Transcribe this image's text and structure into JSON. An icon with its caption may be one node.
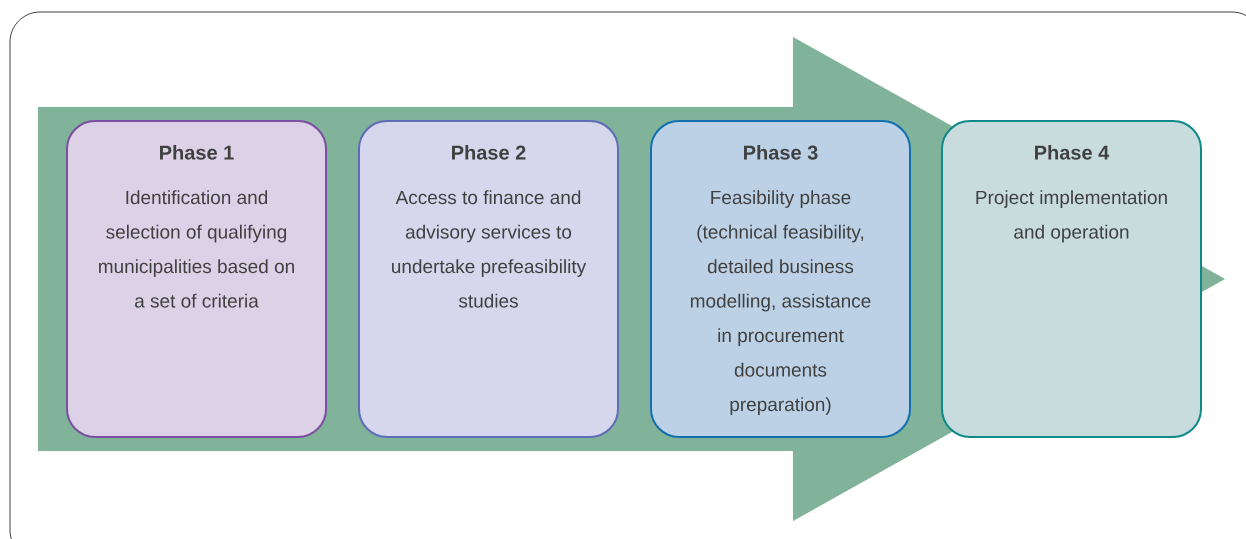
{
  "diagram": {
    "nodes": [
      {
        "text": [
          "Phase 1",
          "Identification and selection of qualifying municipalities based on a set of criteria"
        ]
      },
      {
        "text": [
          "Phase 2",
          "Access to finance and advisory services to undertake prefeasibility studies"
        ]
      },
      {
        "text": [
          "Phase 3",
          "Feasibility phase (technical feasibility, detailed business modelling, assistance in procurement documents preparation)"
        ]
      },
      {
        "text": [
          "Phase 4",
          "Project implementation and operation"
        ]
      }
    ],
    "edges": [
      {
        "from": 0,
        "to": 3,
        "arrow": "to"
      }
    ]
  }
}
